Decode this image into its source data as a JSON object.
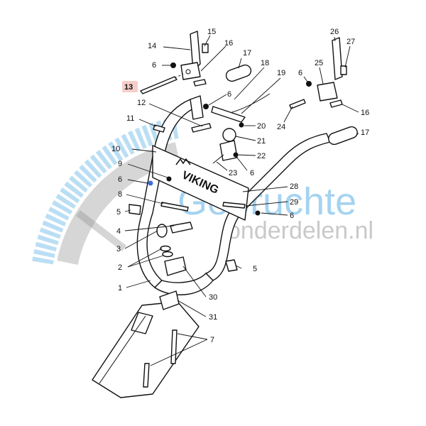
{
  "watermark": {
    "line1": "Gebruchte",
    "line2": "onderdelen.nl",
    "color_blue": "#3aa0e0",
    "color_grey": "#8a8a8a"
  },
  "brand_plate": {
    "text": "VIKING"
  },
  "highlight_color": "#d93a2b",
  "callouts": [
    {
      "id": "15",
      "text": "15"
    },
    {
      "id": "16a",
      "text": "16"
    },
    {
      "id": "14",
      "text": "14"
    },
    {
      "id": "6a",
      "text": "6"
    },
    {
      "id": "13",
      "text": "13",
      "highlight": true
    },
    {
      "id": "17a",
      "text": "17"
    },
    {
      "id": "18",
      "text": "18"
    },
    {
      "id": "19",
      "text": "19"
    },
    {
      "id": "6b",
      "text": "6"
    },
    {
      "id": "12",
      "text": "12"
    },
    {
      "id": "11",
      "text": "11"
    },
    {
      "id": "20",
      "text": "20"
    },
    {
      "id": "21",
      "text": "21"
    },
    {
      "id": "22",
      "text": "22"
    },
    {
      "id": "10",
      "text": "10"
    },
    {
      "id": "9",
      "text": "9"
    },
    {
      "id": "23",
      "text": "23"
    },
    {
      "id": "6c",
      "text": "6"
    },
    {
      "id": "6d",
      "text": "6"
    },
    {
      "id": "28",
      "text": "28"
    },
    {
      "id": "8",
      "text": "8"
    },
    {
      "id": "29",
      "text": "29"
    },
    {
      "id": "5a",
      "text": "5"
    },
    {
      "id": "6e",
      "text": "6"
    },
    {
      "id": "4",
      "text": "4"
    },
    {
      "id": "3",
      "text": "3"
    },
    {
      "id": "2",
      "text": "2"
    },
    {
      "id": "5b",
      "text": "5"
    },
    {
      "id": "1",
      "text": "1"
    },
    {
      "id": "30",
      "text": "30"
    },
    {
      "id": "31",
      "text": "31"
    },
    {
      "id": "7",
      "text": "7"
    },
    {
      "id": "26",
      "text": "26"
    },
    {
      "id": "27",
      "text": "27"
    },
    {
      "id": "25",
      "text": "25"
    },
    {
      "id": "6f",
      "text": "6"
    },
    {
      "id": "16b",
      "text": "16"
    },
    {
      "id": "24",
      "text": "24"
    },
    {
      "id": "17b",
      "text": "17"
    }
  ]
}
